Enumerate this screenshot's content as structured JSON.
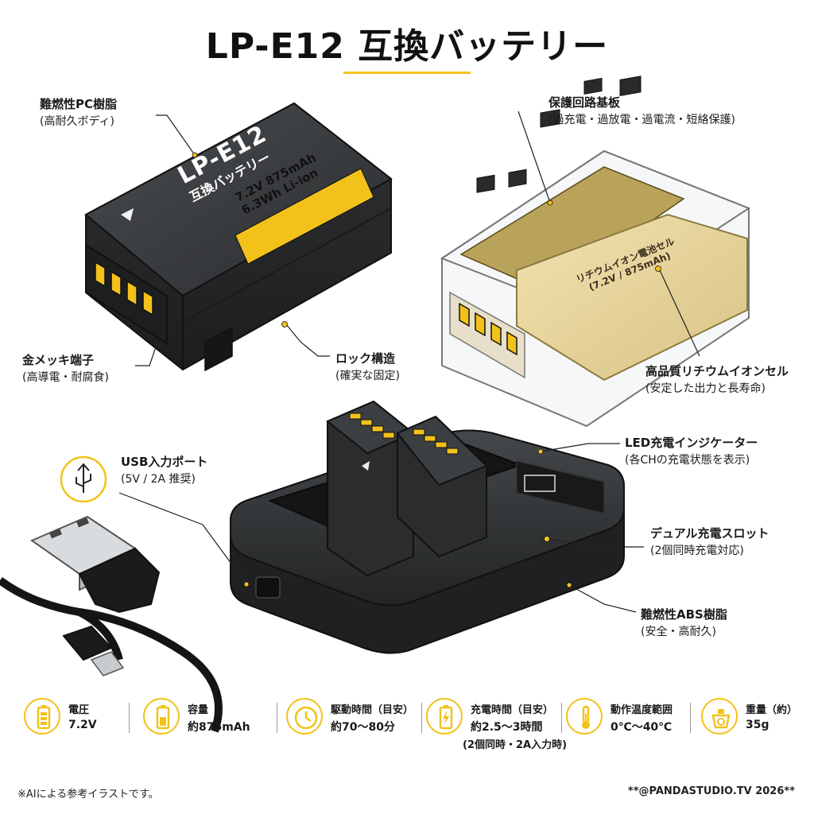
{
  "title": "LP-E12 互換バッテリー",
  "battery": {
    "model": "LP-E12",
    "name": "互換バッテリー",
    "spec_line1": "7.2V 875mAh",
    "spec_line2": "6.3Wh Li-ion"
  },
  "cell_label": {
    "line1": "リチウムイオン電池セル",
    "line2": "(7.2V / 875mAh)"
  },
  "callouts": {
    "body": {
      "main": "難燃性PC樹脂",
      "sub": "(高耐久ボディ)"
    },
    "pcb": {
      "main": "保護回路基板",
      "sub": "(過充電・過放電・過電流・短絡保護)"
    },
    "terminal": {
      "main": "金メッキ端子",
      "sub": "(高導電・耐腐食)"
    },
    "lock": {
      "main": "ロック構造",
      "sub": "(確実な固定)"
    },
    "cell": {
      "main": "高品質リチウムイオンセル",
      "sub": "(安定した出力と長寿命)"
    },
    "usb": {
      "main": "USB入力ポート",
      "sub": "(5V / 2A 推奨)"
    },
    "led": {
      "main": "LED充電インジケーター",
      "sub": "(各CHの充電状態を表示)"
    },
    "slot": {
      "main": "デュアル充電スロット",
      "sub": "(2個同時充電対応)"
    },
    "abs": {
      "main": "難燃性ABS樹脂",
      "sub": "(安全・高耐久)"
    }
  },
  "specs": [
    {
      "icon": "battery-icon",
      "label": "電圧",
      "value": "7.2V",
      "note": ""
    },
    {
      "icon": "battery-level-icon",
      "label": "容量",
      "value": "約875mAh",
      "note": ""
    },
    {
      "icon": "clock-icon",
      "label": "駆動時間（目安）",
      "value": "約70〜80分",
      "note": ""
    },
    {
      "icon": "charging-icon",
      "label": "充電時間（目安）",
      "value": "約2.5〜3時間",
      "note": "(2個同時・2A入力時)"
    },
    {
      "icon": "thermometer-icon",
      "label": "動作温度範囲",
      "value": "0℃〜40℃",
      "note": ""
    },
    {
      "icon": "scale-icon",
      "label": "重量（約）",
      "value": "35g",
      "note": ""
    }
  ],
  "footer": {
    "left": "※AIによる参考イラストです。",
    "right": "**@PANDASTUDIO.TV 2026**"
  },
  "colors": {
    "accent": "#f2c21b",
    "dark": "#2c2e30",
    "cell": "#e8d49a"
  }
}
